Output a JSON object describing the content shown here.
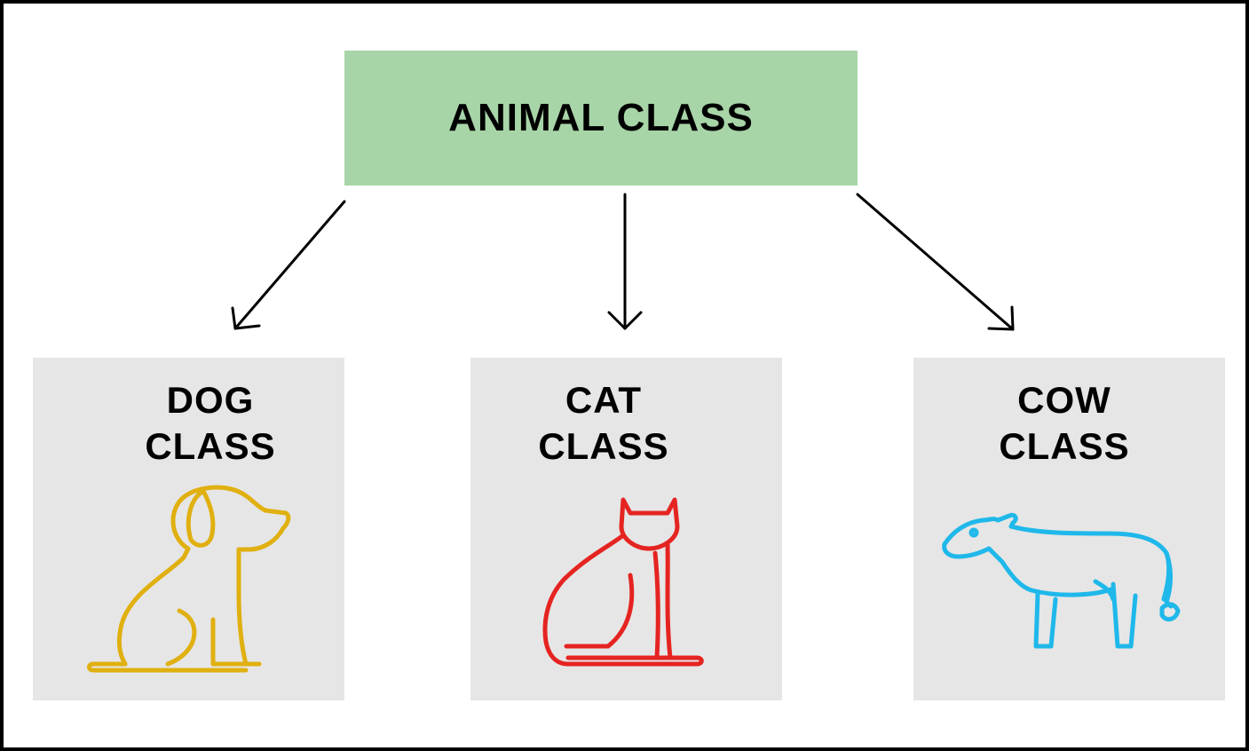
{
  "parent": {
    "label": "ANIMAL CLASS",
    "color": "#a8d5a8"
  },
  "children": [
    {
      "label": "DOG\nCLASS",
      "icon": "dog-icon",
      "icon_color": "#e0b010",
      "box_color": "#e6e6e6"
    },
    {
      "label": "CAT\nCLASS",
      "icon": "cat-icon",
      "icon_color": "#e52421",
      "box_color": "#e6e6e6"
    },
    {
      "label": "COW\nCLASS",
      "icon": "cow-icon",
      "icon_color": "#1fb8ea",
      "box_color": "#e6e6e6"
    }
  ],
  "arrow_color": "#000000"
}
